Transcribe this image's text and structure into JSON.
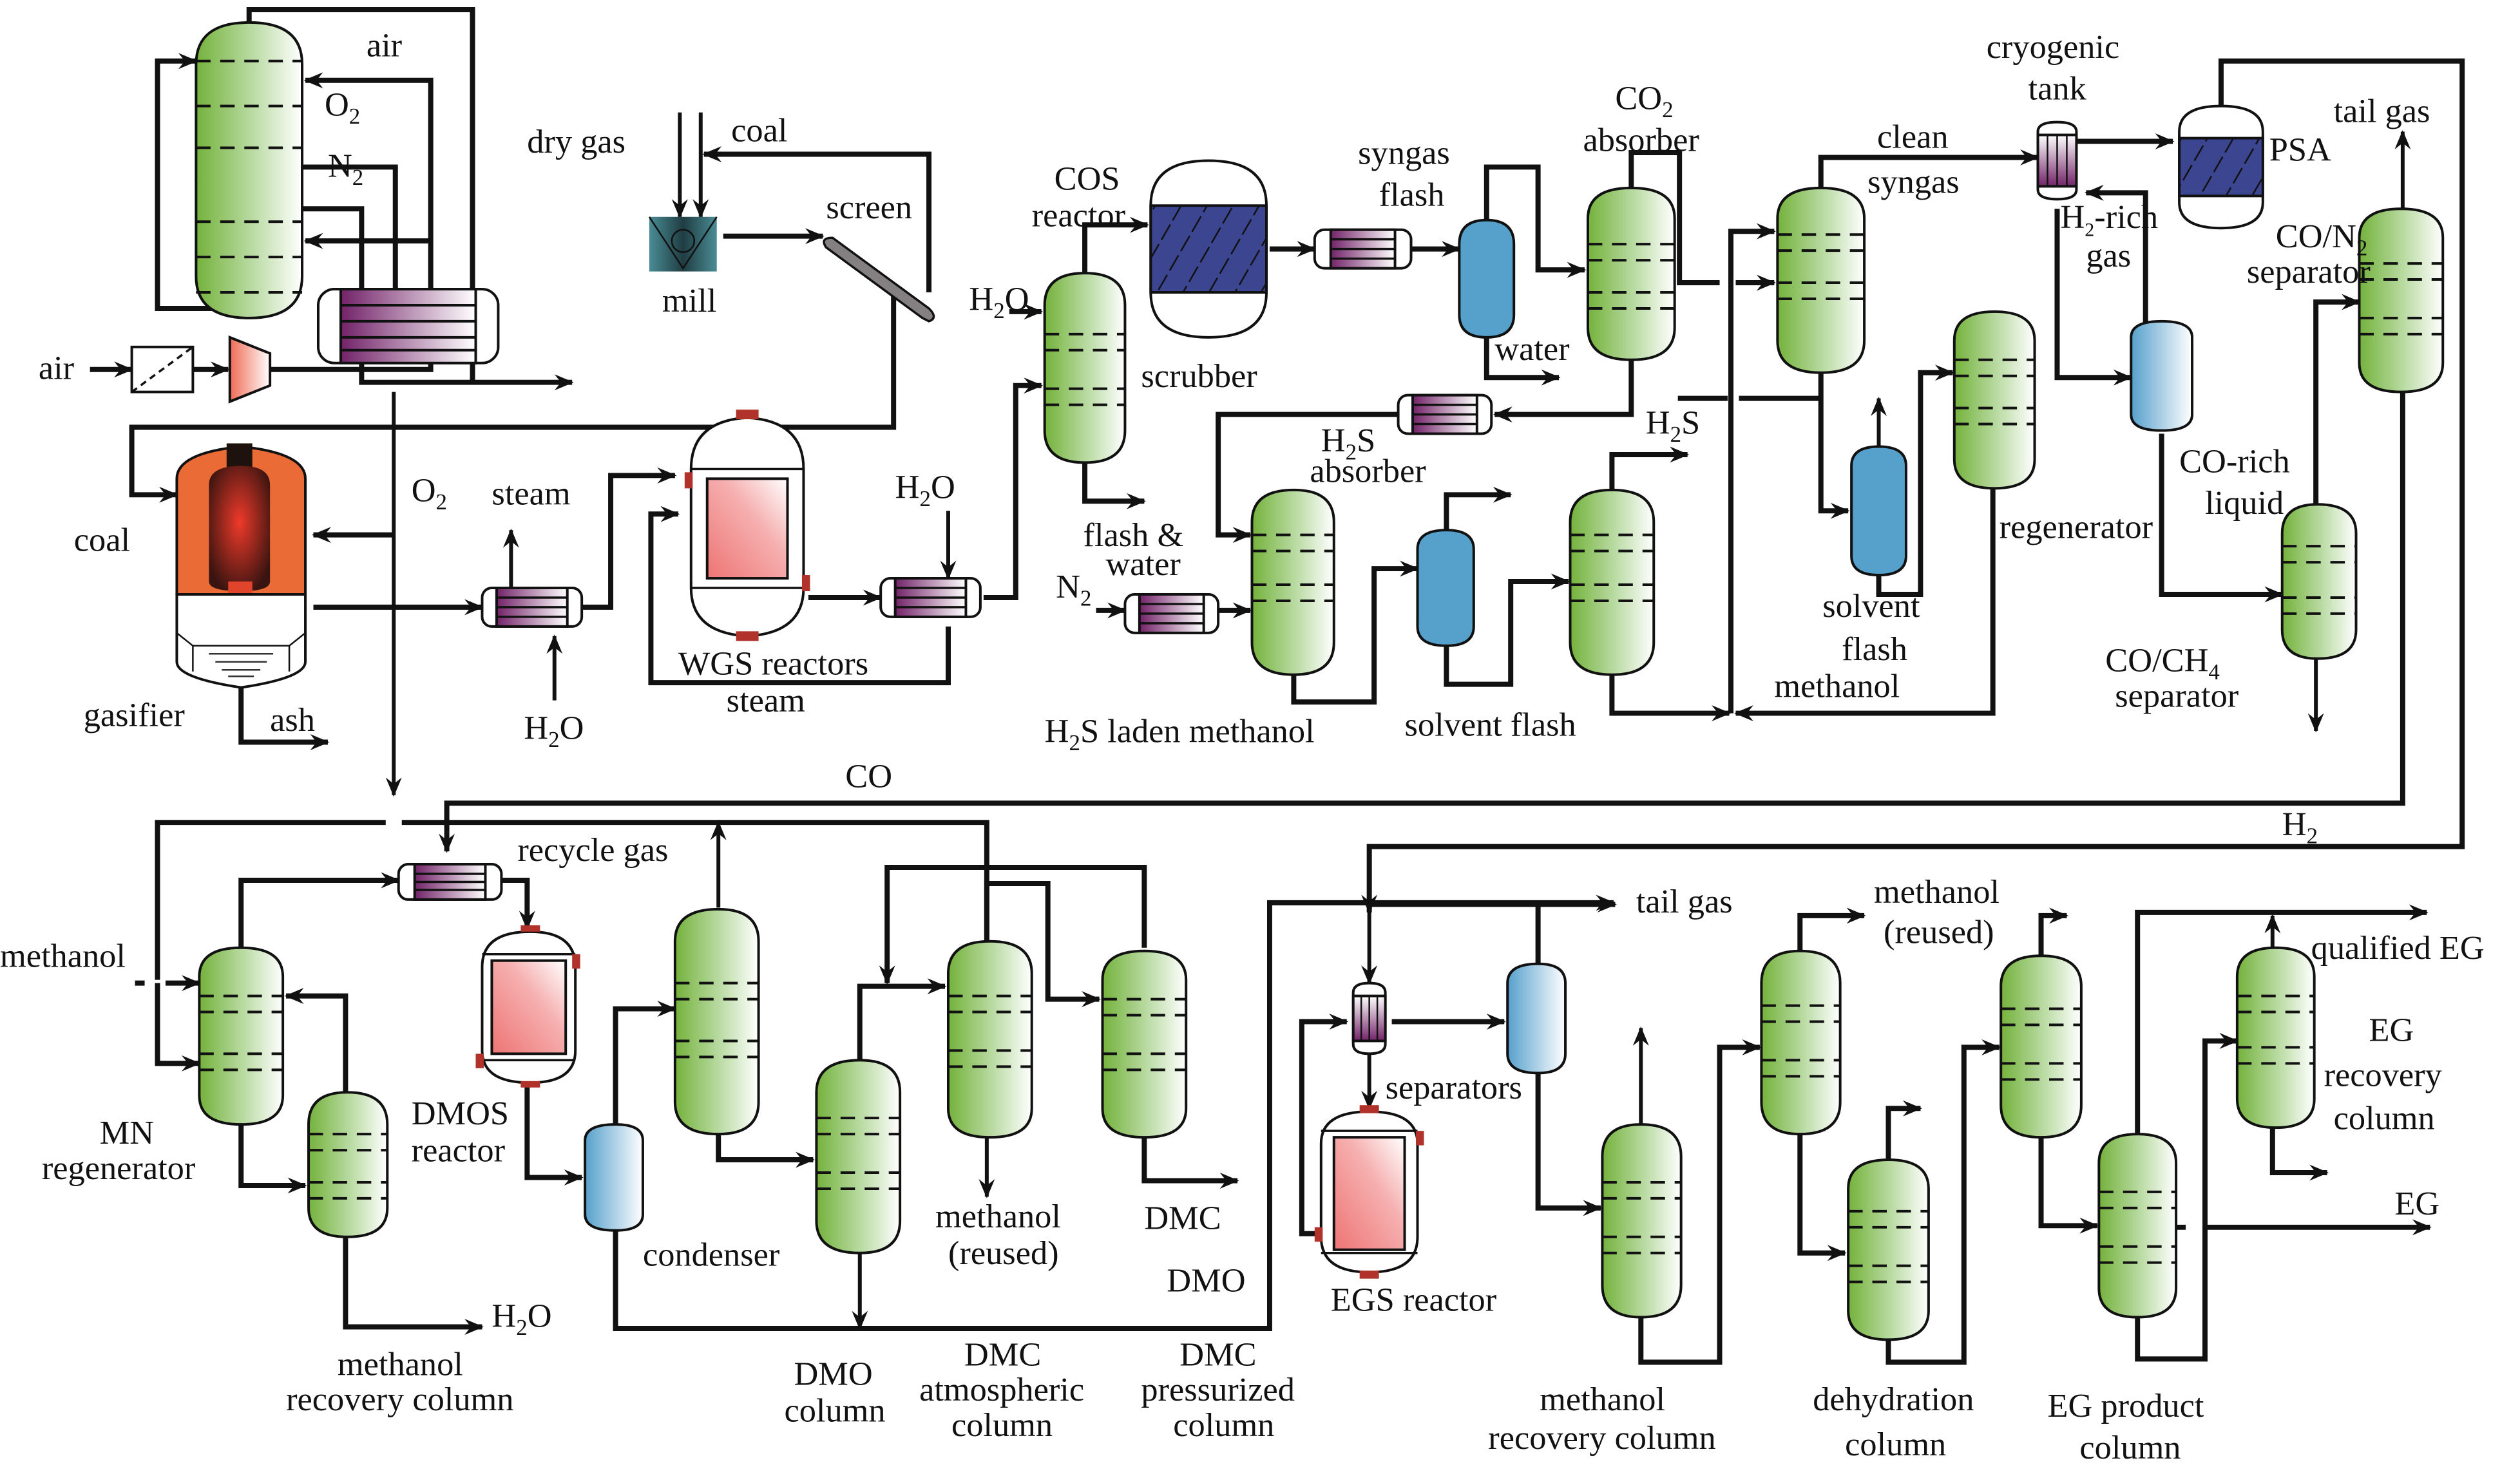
{
  "figure": {
    "title": "Coal to ethylene glycol process flow diagram",
    "colors": {
      "column_green": "#76b43f",
      "vessel_blue": "#56a0cc",
      "exchanger_purple": "#7a2a72",
      "reactor_pink": "#ef7f7f",
      "catalyst_navy": "#3b4590",
      "gasifier_orange": "#ea6b35",
      "line": "#111111"
    }
  },
  "air_separation": {
    "air_top": "air",
    "o2": "O",
    "o2_sub": "2",
    "n2": "N",
    "n2_sub": "2",
    "air_in": "air"
  },
  "coal_prep": {
    "dry_gas": "dry gas",
    "coal": "coal",
    "screen": "screen",
    "mill": "mill"
  },
  "gasification": {
    "coal_feed": "coal",
    "o2": "O",
    "o2_sub": "2",
    "gasifier": "gasifier",
    "ash": "ash"
  },
  "shift": {
    "steam_out": "steam",
    "h2o_in": "H",
    "h2o_sub": "2",
    "h2o_tail": "O",
    "wgs_reactors": "WGS reactors",
    "steam_loop": "steam",
    "h2o_quench": "H",
    "h2o_quench_sub": "2",
    "h2o_quench_tail": "O"
  },
  "cleanup": {
    "cos_reactor_1": "COS",
    "cos_reactor_2": "reactor",
    "h2o_scrub": "H",
    "h2o_scrub_sub": "2",
    "h2o_scrub_tail": "O",
    "scrubber": "scrubber",
    "flash_water_1": "flash &",
    "flash_water_2": "water",
    "syngas_flash_1": "syngas",
    "syngas_flash_2": "flash",
    "water": "water",
    "co2_absorber_1": "CO",
    "co2_absorber_sub": "2",
    "co2_absorber_2": "absorber",
    "h2s_absorber_1": "H",
    "h2s_absorber_sub": "2",
    "h2s_absorber_tail": "S",
    "h2s_absorber_2": "absorber",
    "n2": "N",
    "n2_sub": "2",
    "h2s_laden_1": "H",
    "h2s_laden_sub": "2",
    "h2s_laden_tail": "S laden methanol",
    "solvent_flash": "solvent flash",
    "h2s_out": "H",
    "h2s_out_sub": "2",
    "h2s_out_tail": "S",
    "clean_syngas_1": "clean",
    "clean_syngas_2": "syngas",
    "solvent_flash_methanol_1": "solvent",
    "solvent_flash_methanol_2": "flash",
    "solvent_flash_methanol_3": "methanol",
    "regenerator": "regenerator"
  },
  "separation": {
    "cryogenic_1": "cryogenic",
    "cryogenic_2": "tank",
    "h2_rich_1": "H",
    "h2_rich_sub": "2",
    "h2_rich_tail": "-rich",
    "h2_rich_2": "gas",
    "psa": "PSA",
    "tail_gas": "tail gas",
    "con2_1": "CO/N",
    "con2_sub": "2",
    "con2_2": "separator",
    "co_rich_1": "CO-rich",
    "co_rich_2": "liquid",
    "coch4_1": "CO/CH",
    "coch4_sub": "4",
    "coch4_2": "separator",
    "co": "CO",
    "h2": "H",
    "h2_sub": "2"
  },
  "dmo": {
    "methanol_feed": "methanol",
    "recycle_gas": "recycle gas",
    "mn_regen_1": "MN",
    "mn_regen_2": "regenerator",
    "dmos_1": "DMOS",
    "dmos_2": "reactor",
    "h2o_out": "H",
    "h2o_out_sub": "2",
    "h2o_out_tail": "O",
    "meoh_recovery_1": "methanol",
    "meoh_recovery_2": "recovery column",
    "condenser": "condenser",
    "meoh_reused_1": "methanol",
    "meoh_reused_2": "(reused)",
    "dmc": "DMC",
    "dmo": "DMO",
    "dmo_col_1": "DMO",
    "dmo_col_2": "column",
    "dmc_atm_1": "DMC",
    "dmc_atm_2": "atmospheric",
    "dmc_atm_3": "column",
    "dmc_press_1": "DMC",
    "dmc_press_2": "pressurized",
    "dmc_press_3": "column"
  },
  "eg": {
    "tail_gas": "tail gas",
    "separators": "separators",
    "egs_reactor": "EGS reactor",
    "meoh_reused_1": "methanol",
    "meoh_reused_2": "(reused)",
    "qualified_eg": "qualified EG",
    "eg_recovery_1": "EG",
    "eg_recovery_2": "recovery",
    "eg_recovery_3": "column",
    "eg": "EG",
    "meoh_recovery_1": "methanol",
    "meoh_recovery_2": "recovery column",
    "dehydration_1": "dehydration",
    "dehydration_2": "column",
    "eg_product_1": "EG product",
    "eg_product_2": "column"
  }
}
